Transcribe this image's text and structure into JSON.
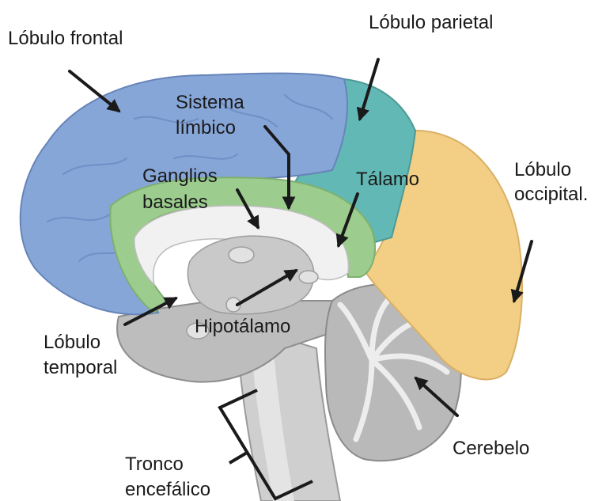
{
  "labels": {
    "frontal": "Lóbulo frontal",
    "parietal": "Lóbulo parietal",
    "limbic_1": "Sistema",
    "limbic_2": "límbico",
    "basal_1": "Ganglios",
    "basal_2": "basales",
    "thalamus": "Tálamo",
    "occipital_1": "Lóbulo",
    "occipital_2": "occipital.",
    "temporal_1": "Lóbulo",
    "temporal_2": "temporal",
    "hypothalamus": "Hipotálamo",
    "cerebellum": "Cerebelo",
    "brainstem_1": "Tronco",
    "brainstem_2": "encefálico"
  },
  "colors": {
    "frontal": "#86a6d8",
    "parietal": "#62b8b4",
    "occipital": "#f3cf85",
    "limbic": "#9ccc8e",
    "inner": "#c9c9c9",
    "white_matter": "#f1f1f1",
    "cerebellum": "#b9b9b9",
    "brainstem": "#cfcfcf",
    "arrow": "#1a1a1a"
  }
}
